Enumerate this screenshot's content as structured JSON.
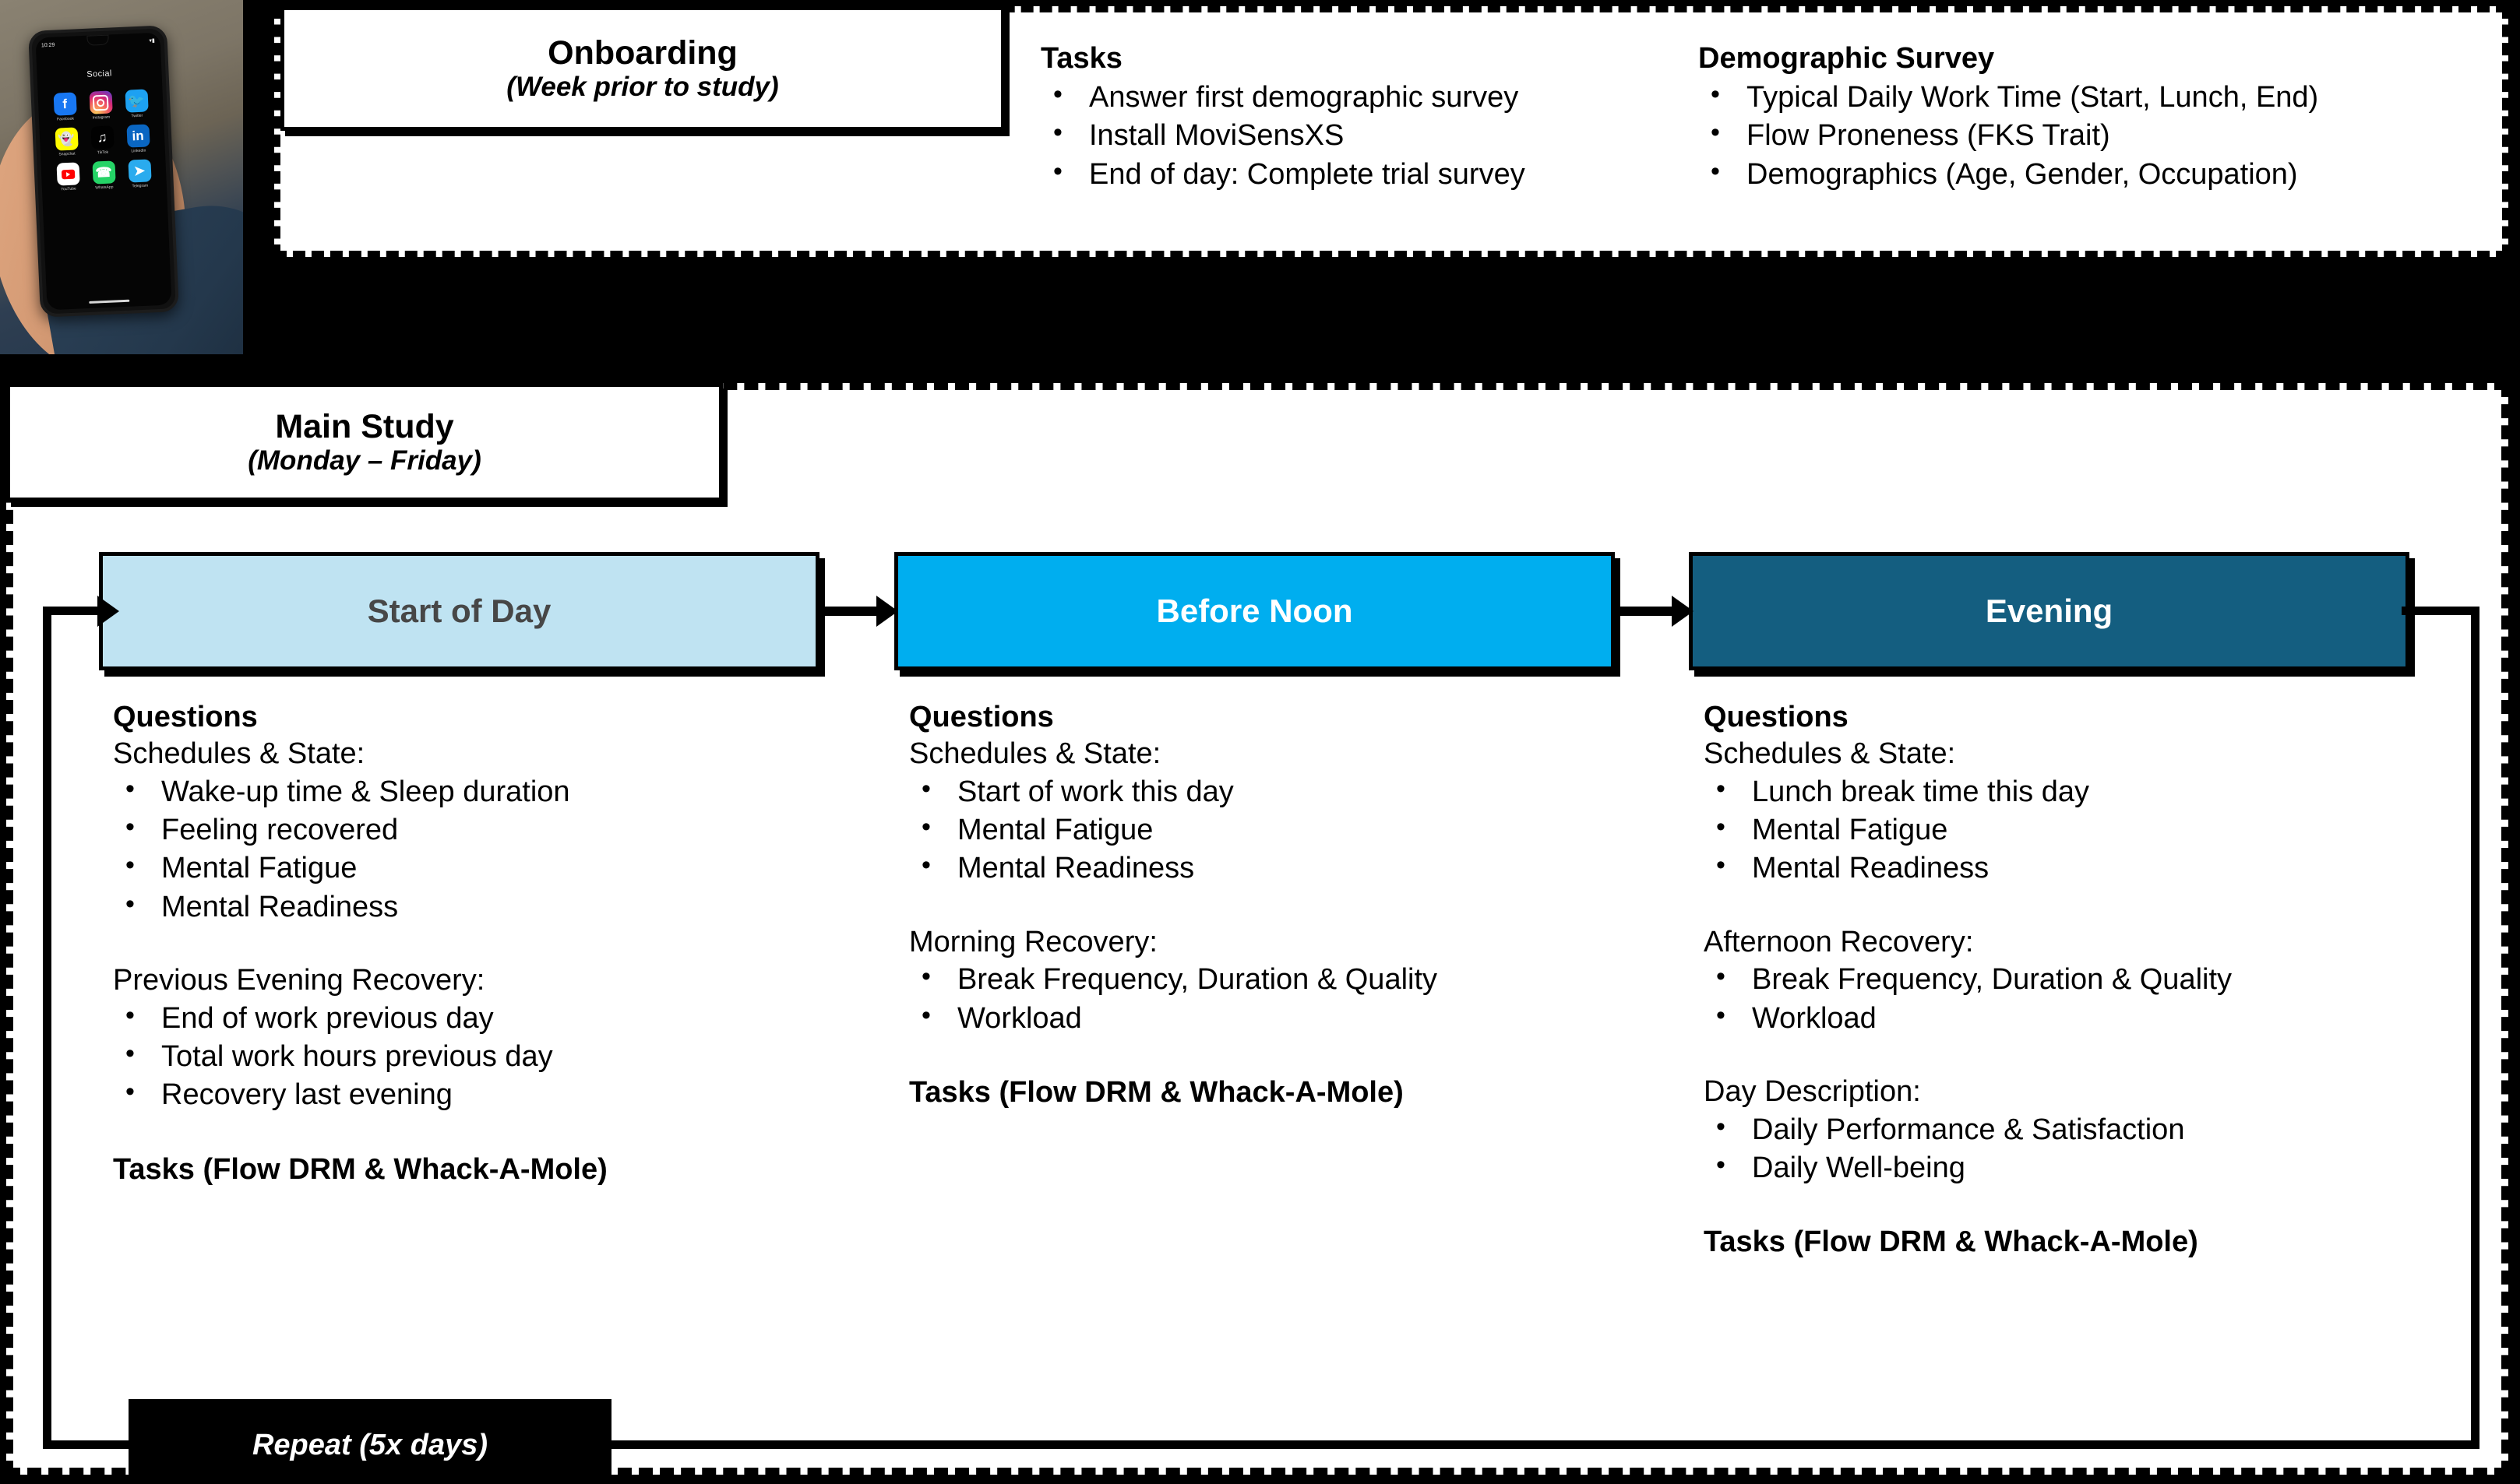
{
  "colors": {
    "phase_light": "#BFE3F2",
    "phase_cyan": "#00AEEF",
    "phase_dark": "#145E80",
    "phase_light_text": "#474747",
    "phase_cyan_text": "#FFFFFF",
    "phase_dark_text": "#FFFFFF",
    "outline": "#000000",
    "background": "#000000"
  },
  "phone_photo": {
    "status_time": "10:29",
    "folder_title": "Social",
    "apps": [
      {
        "name": "Facebook",
        "glyph": "f"
      },
      {
        "name": "Instagram",
        "glyph": ""
      },
      {
        "name": "Twitter",
        "glyph": "ᵇ"
      },
      {
        "name": "Snapchat",
        "glyph": "◑"
      },
      {
        "name": "TikTok",
        "glyph": "♪"
      },
      {
        "name": "LinkedIn",
        "glyph": "in"
      },
      {
        "name": "YouTube",
        "glyph": ""
      },
      {
        "name": "WhatsApp",
        "glyph": "✆"
      },
      {
        "name": "Telegram",
        "glyph": "➤"
      }
    ]
  },
  "onboarding": {
    "title": "Onboarding",
    "subtitle": "(Week prior to study)",
    "tasks": {
      "heading": "Tasks",
      "items": [
        "Answer first demographic survey",
        "Install MoviSensXS",
        "End of day: Complete trial survey"
      ]
    },
    "demographic_survey": {
      "heading": "Demographic Survey",
      "items": [
        "Typical Daily Work Time (Start, Lunch, End)",
        "Flow Proneness (FKS Trait)",
        "Demographics (Age, Gender, Occupation)"
      ]
    }
  },
  "main_study": {
    "title": "Main Study",
    "subtitle": "(Monday – Friday)",
    "repeat_label": "Repeat (5x days)",
    "phases": [
      {
        "label": "Start of Day",
        "fill": "#BFE3F2",
        "text_color": "#474747",
        "questions_heading": "Questions",
        "groups": [
          {
            "label": "Schedules & State:",
            "items": [
              "Wake-up time & Sleep duration",
              "Feeling recovered",
              "Mental Fatigue",
              "Mental Readiness"
            ]
          },
          {
            "label": "Previous Evening Recovery:",
            "items": [
              "End of work previous day",
              "Total work hours previous day",
              "Recovery last evening"
            ]
          }
        ],
        "tasks_line": "Tasks (Flow DRM & Whack-A-Mole)"
      },
      {
        "label": "Before Noon",
        "fill": "#00AEEF",
        "text_color": "#FFFFFF",
        "questions_heading": "Questions",
        "groups": [
          {
            "label": "Schedules & State:",
            "items": [
              "Start of work this day",
              "Mental Fatigue",
              "Mental Readiness"
            ]
          },
          {
            "label": "Morning Recovery:",
            "items": [
              "Break Frequency, Duration & Quality",
              "Workload"
            ]
          }
        ],
        "tasks_line": "Tasks (Flow DRM & Whack-A-Mole)"
      },
      {
        "label": "Evening",
        "fill": "#145E80",
        "text_color": "#FFFFFF",
        "questions_heading": "Questions",
        "groups": [
          {
            "label": "Schedules & State:",
            "items": [
              "Lunch break time this day",
              "Mental Fatigue",
              "Mental Readiness"
            ]
          },
          {
            "label": "Afternoon Recovery:",
            "items": [
              "Break Frequency, Duration & Quality",
              "Workload"
            ]
          },
          {
            "label": "Day Description:",
            "items": [
              "Daily Performance & Satisfaction",
              "Daily Well-being"
            ]
          }
        ],
        "tasks_line": "Tasks (Flow DRM & Whack-A-Mole)"
      }
    ]
  }
}
